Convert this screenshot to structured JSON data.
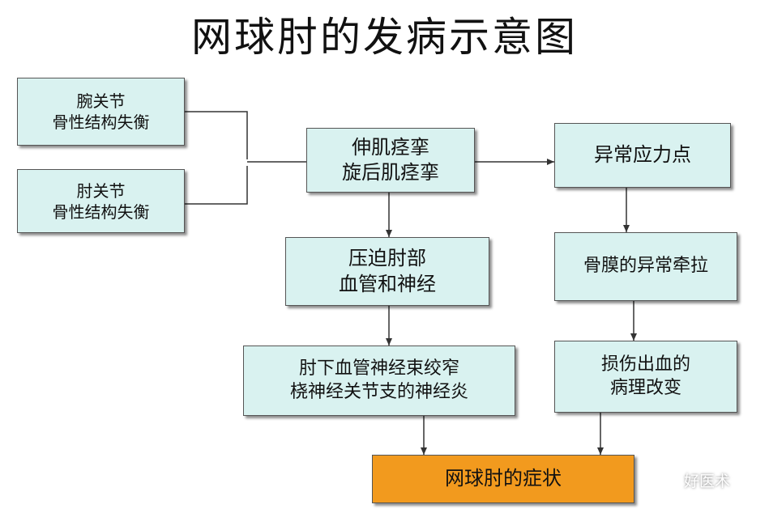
{
  "title": "网球肘的发病示意图",
  "nodes": {
    "wrist": [
      "腕关节",
      "骨性结构失衡"
    ],
    "elbow": [
      "肘关节",
      "骨性结构失衡"
    ],
    "spasm": [
      "伸肌痉挛",
      "旋后肌痉挛"
    ],
    "stress": [
      "异常应力点"
    ],
    "compress": [
      "压迫肘部",
      "血管和神经"
    ],
    "periosteum": [
      "骨膜的异常牵拉"
    ],
    "neuritis": [
      "肘下血管神经束绞窄",
      "桡神经关节支的神经炎"
    ],
    "damage": [
      "损伤出血的",
      "病理改变"
    ],
    "final": [
      "网球肘的症状"
    ]
  },
  "colors": {
    "box_fill": "#d9f2f0",
    "final_fill": "#f29a1e",
    "line": "#333333"
  },
  "watermark": {
    "text": "好医术",
    "icon": "wechat-icon"
  }
}
